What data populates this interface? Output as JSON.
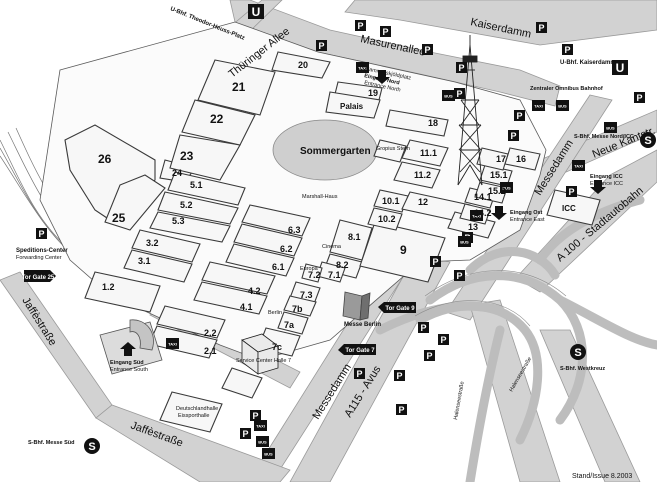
{
  "map": {
    "streets": {
      "kaiserdamm": "Kaiserdamm",
      "masurenallee": "Masurenallee",
      "thueringer_allee": "Thüringer Allee",
      "neue_kantstr": "Neue Kantstr.",
      "messedamm_top": "Messedamm",
      "messedamm_bottom": "Messedamm",
      "a100": "A 100 - Stadtautobahn",
      "a115": "A115 - Avus",
      "jaffestrasse_left": "Jaffèstraße",
      "jaffestrasse_bottom": "Jaffèstraße",
      "halenseestrasse_a": "Halenseestraße",
      "halenseestrasse_b": "Halenseestraße",
      "hammarskjoeldplatz": "Hammarskjöldplatz"
    },
    "places": {
      "sommergarten": "Sommergarten",
      "palais": "Palais",
      "messe_berlin": "Messe Berlin",
      "deutschlandhalle": "Deutschlandhalle",
      "eisporthalle": "Eissporthalle",
      "marshall_haus": "Marshall-Haus",
      "gropius_stern": "Gropius Stern",
      "eingang_nord": "Eingang Nord",
      "entrance_north": "Entrance North",
      "eingang_sued": "Eingang Süd",
      "entrance_south": "Entrance South",
      "eingang_ost": "Eingang Ost",
      "entrance_east": "Entrance East",
      "eingang_icc": "Eingang ICC",
      "entrance_icc": "Entrance ICC",
      "service_center_halle7": "Service Center Halle 7",
      "speditions_center": "Speditions-Center",
      "forwarding_center": "Forwarding Center",
      "icc": "ICC",
      "gate_25": "Tor Gate 25",
      "gate_9": "Tor Gate 9",
      "gate_7": "Tor Gate 7",
      "gate_label": "Tor Gate",
      "cinema": "Cinema",
      "europa": "Europa",
      "berlin": "Berlin",
      "sommergarten_tor": "Sommergarten"
    },
    "transit": {
      "ubhf_theodor": "U-Bhf. Theodor-Heuss-Platz",
      "ubhf_kaiserdamm": "U-Bhf. Kaiserdamm",
      "zob": "Zentraler Omnibus Bahnhof",
      "sbhf_messe_nord": "S-Bhf. Messe Nord/ICC",
      "sbhf_westkreuz": "S-Bhf. Westkreuz",
      "sbhf_messe_sued": "S-Bhf. Messe Süd",
      "u_symbol": "U",
      "s_symbol": "S"
    },
    "markers": {
      "parking": "P",
      "taxi": "TAXI",
      "bus": "BUS"
    },
    "halls": {
      "h1_2": "1.2",
      "h2_1": "2.1",
      "h2_2": "2.2",
      "h3_1": "3.1",
      "h3_2": "3.2",
      "h4_1": "4.1",
      "h4_2": "4.2",
      "h5_1": "5.1",
      "h5_2": "5.2",
      "h5_3": "5.3",
      "h6_1": "6.1",
      "h6_2": "6.2",
      "h6_3": "6.3",
      "h7_1": "7.1",
      "h7_2": "7.2",
      "h7_3": "7.3",
      "h7a": "7a",
      "h7b": "7b",
      "h7c": "7c",
      "h8_1": "8.1",
      "h8_2": "8.2",
      "h9": "9",
      "h10_1": "10.1",
      "h10_2": "10.2",
      "h11_1": "11.1",
      "h11_2": "11.2",
      "h12": "12",
      "h13": "13",
      "h14_1": "14.1",
      "h14_2": "14.2",
      "h15_1": "15.1",
      "h15_2": "15.2",
      "h16": "16",
      "h17": "17",
      "h18": "18",
      "h19": "19",
      "h20": "20",
      "h21": "21",
      "h22": "22",
      "h23": "23",
      "h24": "24",
      "h25": "25",
      "h26": "26"
    },
    "footer": {
      "stand": "Stand/Issue 8.2003"
    }
  }
}
